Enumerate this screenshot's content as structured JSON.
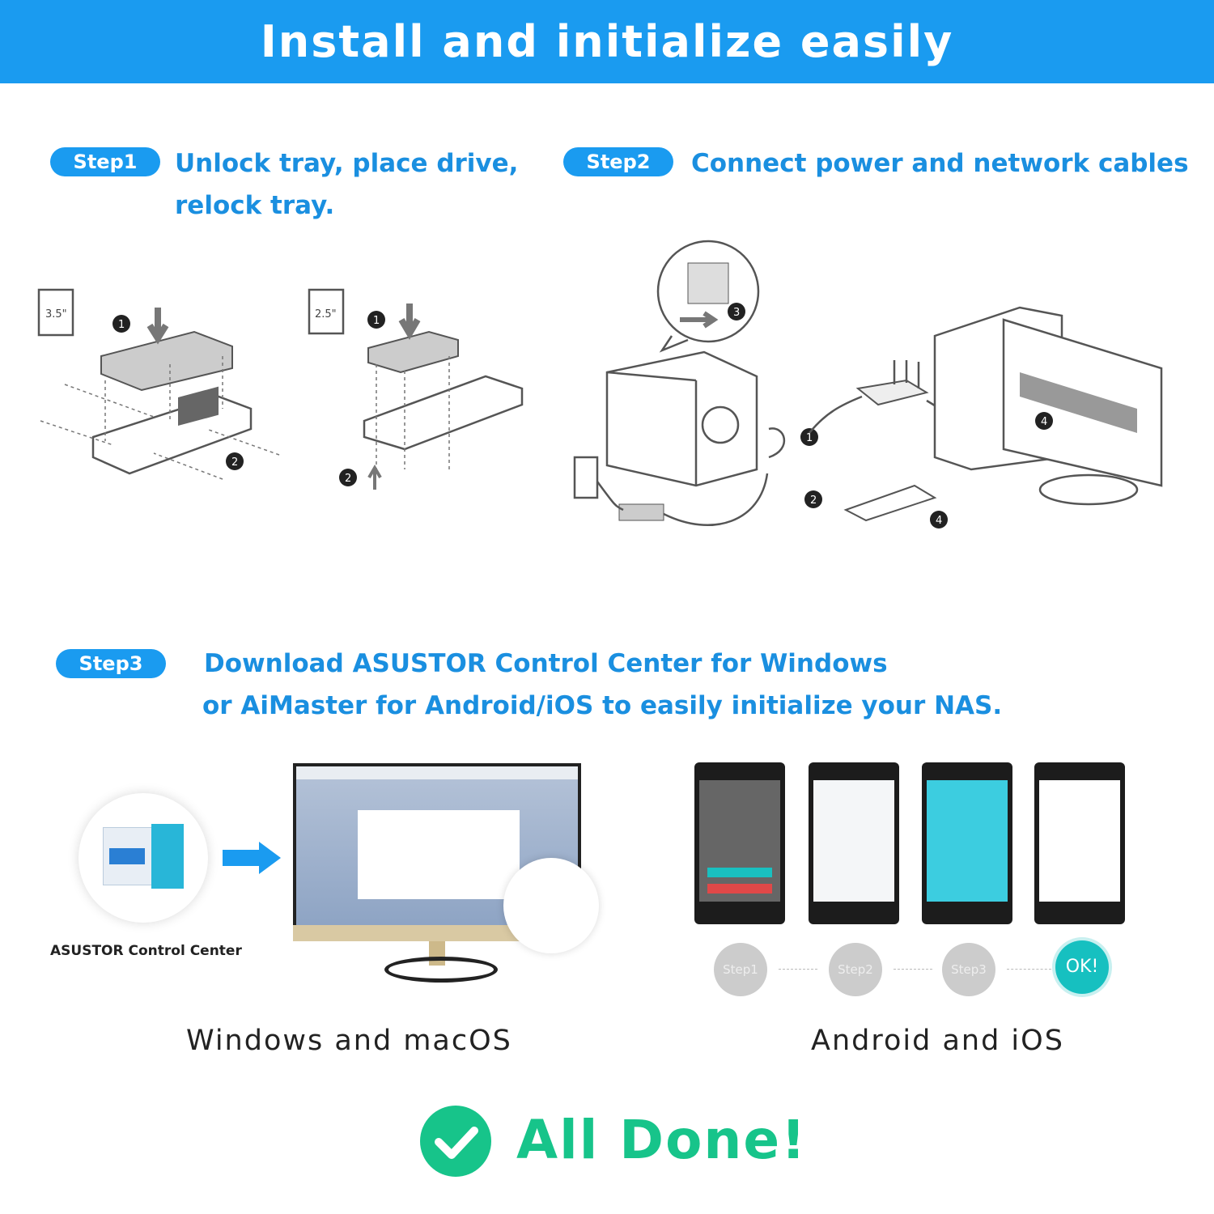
{
  "header": {
    "title": "Install and initialize easily"
  },
  "step1": {
    "badge": "Step1",
    "text_line1": "Unlock tray, place drive,",
    "text_line2": "relock tray.",
    "drive_labels": [
      "3.5\"",
      "2.5\""
    ],
    "markers": [
      "1",
      "2"
    ]
  },
  "step2": {
    "badge": "Step2",
    "text": "Connect power and network cables",
    "markers": [
      "1",
      "2",
      "3",
      "4",
      "4"
    ]
  },
  "step3": {
    "badge": "Step3",
    "text_line1": "Download ASUSTOR Control Center for Windows",
    "text_line2": "or AiMaster for Android/iOS to easily initialize your NAS.",
    "app_label": "ASUSTOR Control Center"
  },
  "desktop": {
    "caption": "Windows and macOS"
  },
  "mobile": {
    "caption": "Android and iOS",
    "flow": [
      "Step1",
      "Step2",
      "Step3",
      "OK!"
    ]
  },
  "footer": {
    "done_text": "All Done!"
  },
  "colors": {
    "brand_blue": "#1a9bf0",
    "done_green": "#17c48a",
    "ok_teal": "#16c0c0"
  }
}
